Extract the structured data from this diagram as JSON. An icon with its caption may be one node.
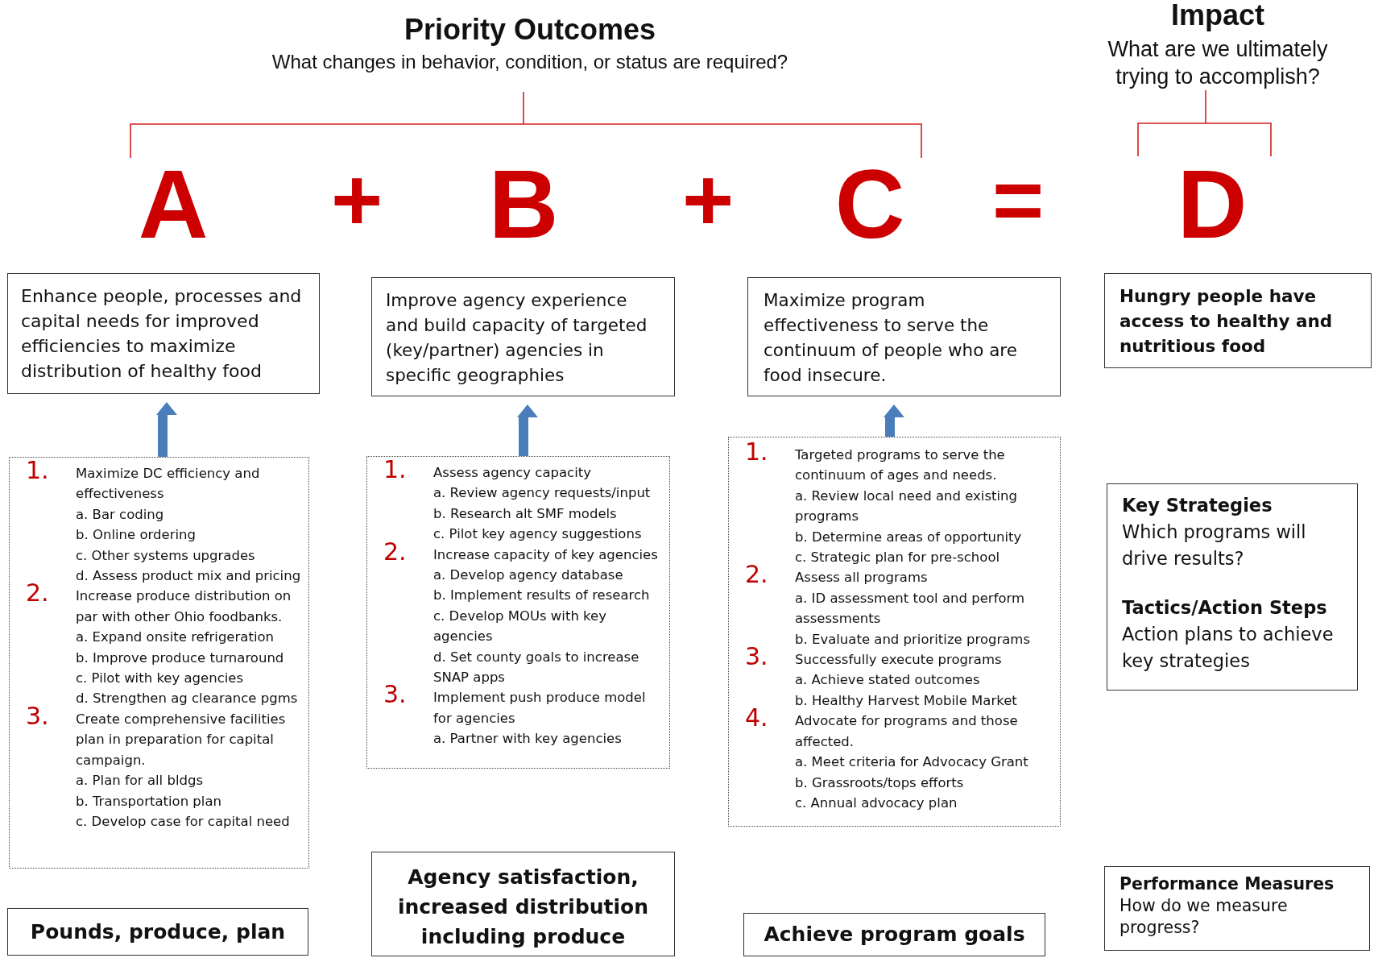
{
  "diagram": {
    "nodes": [
      {
        "text": [
          "Enhance people, processes and capital needs for improved efficiencies to maximize distribution of healthy food"
        ]
      },
      {
        "text": [
          "Improve agency experience and build capacity of targeted (key/partner) agencies in specific geographies"
        ]
      },
      {
        "text": [
          "Maximize program effectiveness to serve the continuum of people who are food insecure."
        ]
      },
      {
        "text": [
          "Hungry people have access to healthy and nutritious food"
        ]
      },
      {
        "text": [
          "1.",
          "Maximize DC efficiency and effectiveness",
          "a. Bar coding",
          "b. Online ordering",
          "c. Other systems upgrades",
          "d. Assess product mix and pricing",
          "2.",
          "Increase produce distribution on par with other Ohio foodbanks.",
          "a. Expand onsite refrigeration",
          "b. Improve produce turnaround",
          "c. Pilot with key agencies",
          "d. Strengthen ag clearance pgms",
          "3.",
          "Create comprehensive facilities plan in preparation for capital campaign.",
          "a. Plan for all bldgs",
          "b. Transportation plan",
          "c. Develop case for capital need"
        ]
      },
      {
        "text": [
          "1.",
          "Assess agency capacity",
          "a. Review agency requests/input",
          "b. Research alt SMF models",
          "c. Pilot key agency suggestions",
          "2.",
          "Increase capacity of key agencies",
          "a. Develop agency database",
          "b. Implement results of research",
          "c. Develop MOUs with key agencies",
          "d. Set county goals to increase SNAP apps",
          "3.",
          "Implement push produce model for agencies",
          "a. Partner with key agencies"
        ]
      },
      {
        "text": [
          "1.",
          "Targeted programs to serve the continuum of ages and needs.",
          "a. Review local need and existing programs",
          "b. Determine areas of opportunity",
          "c. Strategic plan for pre-school",
          "2.",
          "Assess all programs",
          "a. ID assessment tool and perform assessments",
          "b. Evaluate and prioritize programs",
          "3.",
          "Successfully execute programs",
          "a. Achieve stated outcomes",
          "b. Healthy Harvest Mobile Market",
          "4.",
          "Advocate for programs and those affected.",
          "a. Meet criteria for Advocacy Grant",
          "b. Grassroots/tops efforts",
          "c. Annual advocacy plan"
        ]
      },
      {
        "text": [
          "Key Strategies",
          "Which programs will drive results?",
          "Tactics/Action Steps",
          "Action plans to achieve key strategies"
        ]
      },
      {
        "text": [
          "Pounds, produce, plan"
        ]
      },
      {
        "text": [
          "Agency satisfaction, increased distribution including produce"
        ]
      },
      {
        "text": [
          "Achieve program goals"
        ]
      },
      {
        "text": [
          "Performance Measures",
          "How do we measure progress?"
        ]
      }
    ],
    "edges": [
      {
        "from": 4,
        "to": 0,
        "arrow": "to"
      },
      {
        "from": 5,
        "to": 1,
        "arrow": "to"
      },
      {
        "from": 6,
        "to": 2,
        "arrow": "to"
      }
    ],
    "labels": [
      "Priority Outcomes",
      "What changes in behavior, condition, or status are required?",
      "Impact",
      "What are we ultimately trying to accomplish?",
      "A",
      "+",
      "B",
      "+",
      "C",
      "=",
      "D"
    ]
  }
}
